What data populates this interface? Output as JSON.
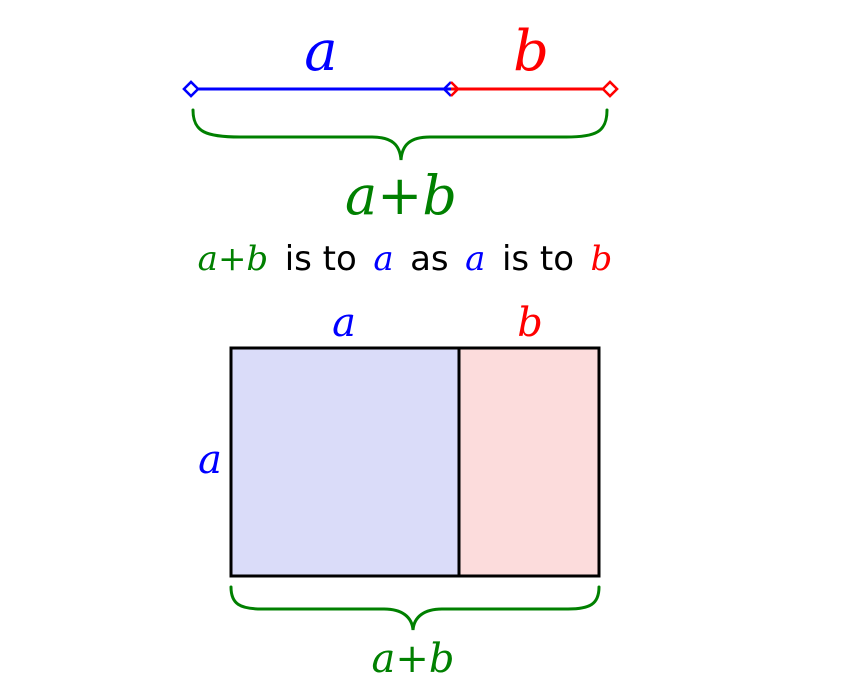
{
  "colors": {
    "a": "#0000ff",
    "b": "#ff0000",
    "sum": "#008000",
    "text": "#000000",
    "square_fill": "#dadcf9",
    "rect_fill": "#fcdcdc",
    "outline": "#000000"
  },
  "segment": {
    "label_a": "a",
    "label_b": "b",
    "label_sum": "a+b"
  },
  "ratio_statement": {
    "sum": "a+b",
    "is_to_1": "is to",
    "a1": "a",
    "as": "as",
    "a2": "a",
    "is_to_2": "is to",
    "b": "b"
  },
  "rectangle": {
    "label_top_a": "a",
    "label_top_b": "b",
    "label_side_a": "a",
    "label_bottom_sum": "a+b"
  }
}
